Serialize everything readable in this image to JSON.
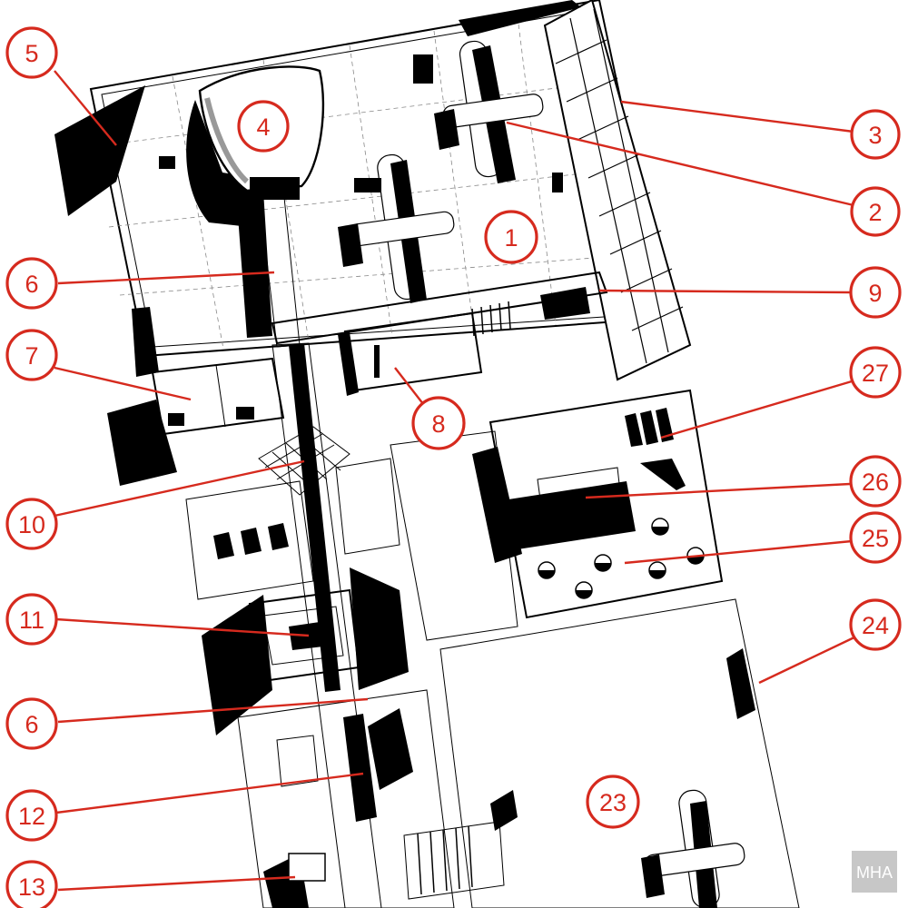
{
  "callouts": [
    {
      "label": "1"
    },
    {
      "label": "2"
    },
    {
      "label": "3"
    },
    {
      "label": "4"
    },
    {
      "label": "5"
    },
    {
      "label": "6"
    },
    {
      "label": "7"
    },
    {
      "label": "8"
    },
    {
      "label": "9"
    },
    {
      "label": "10"
    },
    {
      "label": "11"
    },
    {
      "label": "6"
    },
    {
      "label": "12"
    },
    {
      "label": "13"
    },
    {
      "label": "23"
    },
    {
      "label": "24"
    },
    {
      "label": "25"
    },
    {
      "label": "26"
    },
    {
      "label": "27"
    }
  ],
  "watermark": {
    "text": "MHA"
  },
  "colors": {
    "callout": "#d62a1e",
    "ink": "#000000",
    "paper": "#ffffff"
  }
}
